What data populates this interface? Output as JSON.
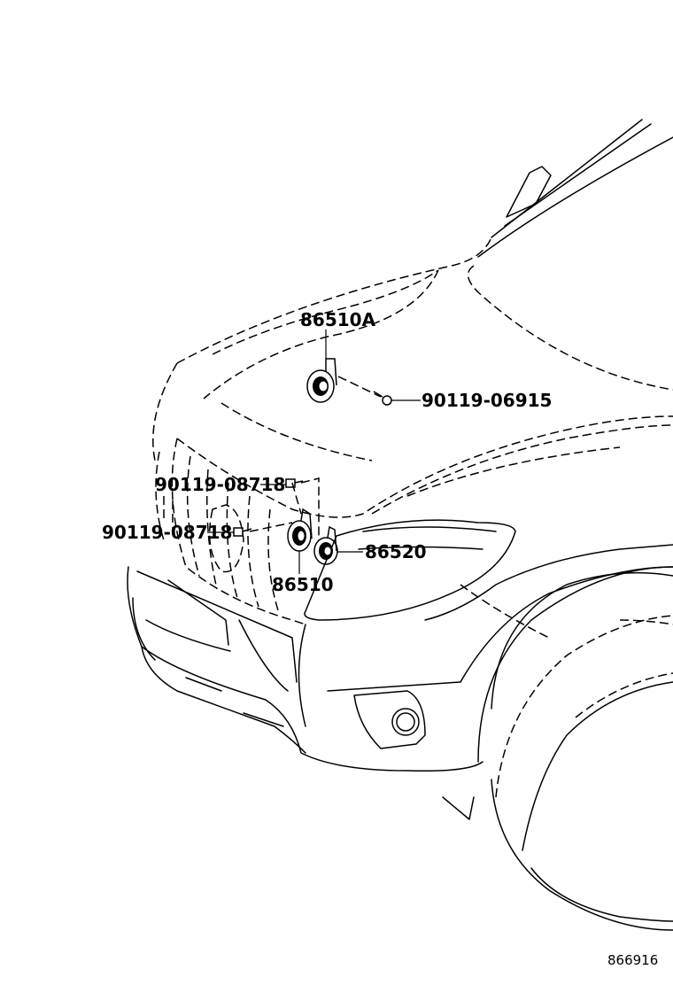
{
  "parts": {
    "horn_high_a": "86510A",
    "bolt_a": "90119-06915",
    "bolt_b": "90119-08718",
    "bolt_c": "90119-08718",
    "horn_low": "86520",
    "horn_high": "86510"
  },
  "illustration_code": "866916"
}
